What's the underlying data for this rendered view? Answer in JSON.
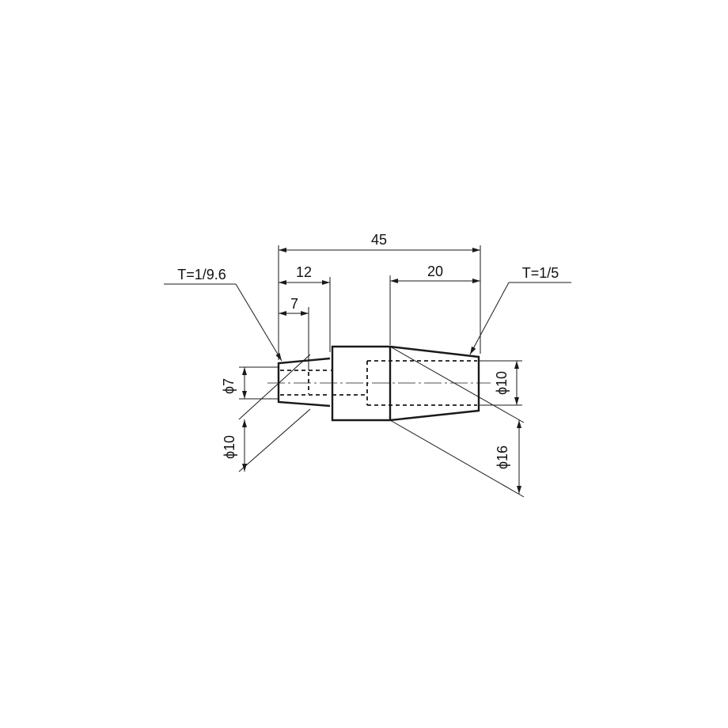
{
  "drawing": {
    "dimensions": {
      "overall_length": "45",
      "step_length": "12",
      "bore_depth": "7",
      "right_taper_length": "20",
      "small_diameter": "ϕ7",
      "left_diameter": "ϕ10",
      "right_end_diameter": "ϕ10",
      "body_diameter": "ϕ16"
    },
    "tapers": {
      "left": "T=1/9.6",
      "right": "T=1/5"
    }
  }
}
